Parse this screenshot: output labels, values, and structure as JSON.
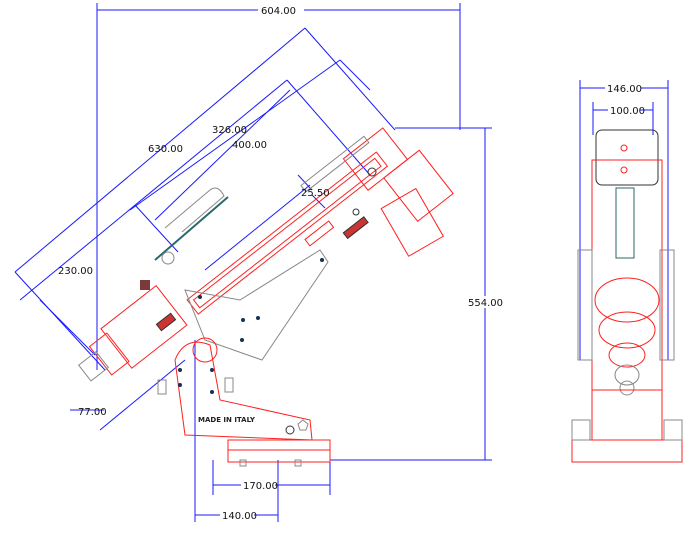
{
  "drawing": {
    "side_view": {
      "dimensions": {
        "overall_width": "604.00",
        "diagonal_length": "630.00",
        "length_326": "326.00",
        "length_400": "400.00",
        "offset": "25.50",
        "length_230": "230.00",
        "height": "554.00",
        "length_77": "77.00",
        "base_width": "170.00",
        "base_offset": "140.00"
      },
      "label": "MADE IN ITALY"
    },
    "front_view": {
      "dimensions": {
        "outer_width": "146.00",
        "inner_width": "100.00"
      }
    },
    "colors": {
      "dimension": "#1a1aff",
      "part": "#ff2020",
      "accessory": "#888888"
    }
  }
}
